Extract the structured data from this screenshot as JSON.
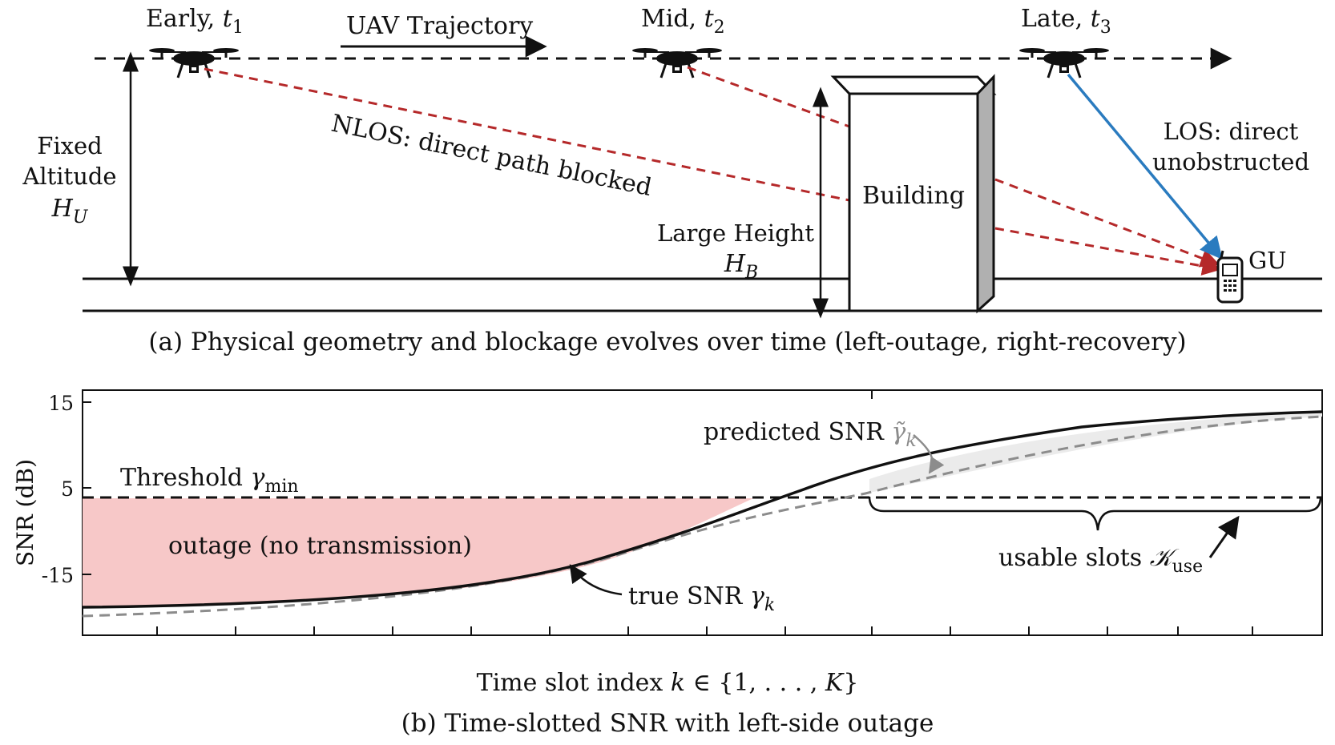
{
  "panel_a": {
    "label_early": "Early, ",
    "label_early_var": "t",
    "label_early_sub": "1",
    "label_mid": "Mid, ",
    "label_mid_var": "t",
    "label_mid_sub": "2",
    "label_late": "Late, ",
    "label_late_var": "t",
    "label_late_sub": "3",
    "trajectory_label": "UAV Trajectory",
    "altitude_line1": "Fixed",
    "altitude_line2": "Altitude",
    "altitude_var": "H",
    "altitude_sub": "U",
    "nlos_label": "NLOS: direct path blocked",
    "building_label": "Building",
    "height_line1": "Large Height",
    "height_var": "H",
    "height_sub": "B",
    "los_line1": "LOS: direct",
    "los_line2": "unobstructed",
    "gu_label": "GU",
    "caption": "(a) Physical geometry and blockage evolves over time (left-outage, right-recovery)"
  },
  "panel_b": {
    "ylabel": "SNR (dB)",
    "ytick_top": "15",
    "ytick_mid": "5",
    "ytick_low": "-15",
    "threshold_label": "Threshold ",
    "threshold_var": "γ",
    "threshold_sub": "min",
    "predicted_label": "predicted SNR ",
    "predicted_var": "γ̃",
    "predicted_sub": "k",
    "true_label": "true SNR ",
    "true_var": "γ",
    "true_sub": "k",
    "outage_label": "outage (no transmission)",
    "usable_label": "usable slots ",
    "usable_var": "𝒦",
    "usable_sub": "use",
    "xlabel_pre": "Time slot index ",
    "xlabel_var": "k",
    "xlabel_post": " ∈ {1, . . . , ",
    "xlabel_var2": "K",
    "xlabel_end": "}",
    "caption": "(b) Time-slotted SNR with left-side outage"
  },
  "colors": {
    "nlos": "#b5292a",
    "los": "#2a7bbf",
    "outage_fill": "#f7c8c8",
    "usable_fill": "#ebebeb",
    "predicted": "#8c8c8c",
    "building_side": "#b0b0b0"
  },
  "icons": {
    "uav": "quadcopter-drone-icon",
    "gu": "mobile-phone-icon"
  }
}
